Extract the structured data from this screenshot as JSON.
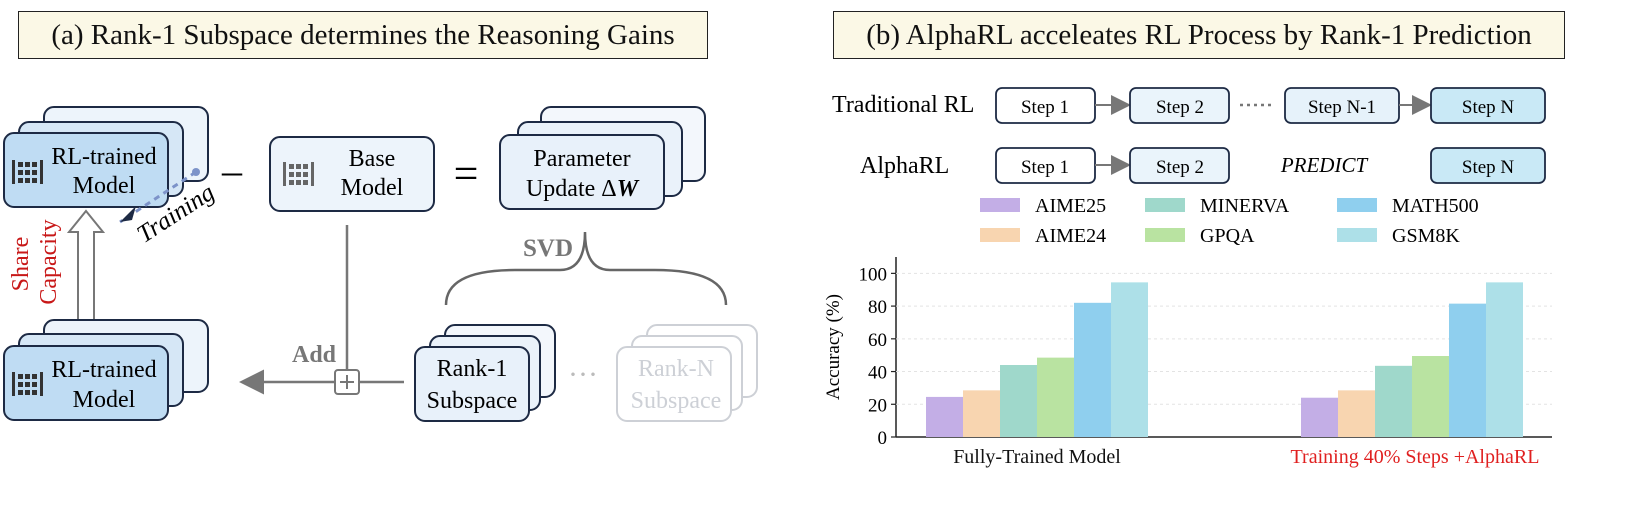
{
  "panel_a": {
    "title": "(a) Rank-1 Subspace determines the Reasoning Gains",
    "rl_model_top": [
      "RL-trained",
      "Model"
    ],
    "minus": "–",
    "base_model": [
      "Base",
      "Model"
    ],
    "equals": "=",
    "param_update": [
      "Parameter",
      "Update ΔW"
    ],
    "training": "Training",
    "share_capacity": [
      "Share",
      "Capacity"
    ],
    "svd": "SVD",
    "add": "Add",
    "rank1": [
      "Rank-1",
      "Subspace"
    ],
    "ellipsis": "···",
    "rankN": [
      "Rank-N",
      "Subspace"
    ],
    "rl_model_bottom": [
      "RL-trained",
      "Model"
    ]
  },
  "panel_b": {
    "title": "(b) AlphaRL acceleates RL Process by Rank-1 Prediction",
    "traditional_label": "Traditional RL",
    "alpharl_label": "AlphaRL",
    "traditional_steps": [
      "Step 1",
      "Step 2",
      "Step N-1",
      "Step N"
    ],
    "alpharl_steps": [
      "Step 1",
      "Step 2",
      "Step N"
    ],
    "predict": "PREDICT",
    "colors": {
      "AIME25": "#c3aee6",
      "AIME24": "#f8d5b0",
      "MINERVA": "#9fd8cb",
      "GPQA": "#b9e3a1",
      "MATH500": "#8fcfee",
      "GSM8K": "#ade0e8",
      "highlight_red": "#e02020"
    }
  },
  "chart_data": {
    "type": "bar",
    "categories": [
      "Fully-Trained Model",
      "Training 40% Steps +AlphaRL"
    ],
    "series": [
      {
        "name": "AIME25",
        "values": [
          24.5,
          24
        ]
      },
      {
        "name": "AIME24",
        "values": [
          28.5,
          28.5
        ]
      },
      {
        "name": "MINERVA",
        "values": [
          44,
          43.5
        ]
      },
      {
        "name": "GPQA",
        "values": [
          48.5,
          49.5
        ]
      },
      {
        "name": "MATH500",
        "values": [
          82,
          81.5
        ]
      },
      {
        "name": "GSM8K",
        "values": [
          94.5,
          94.5
        ]
      }
    ],
    "ylabel": "Accuracy (%)",
    "ylim": [
      0,
      110
    ],
    "yticks": [
      0,
      20,
      40,
      60,
      80,
      100
    ],
    "grid": true,
    "legend": "top"
  }
}
